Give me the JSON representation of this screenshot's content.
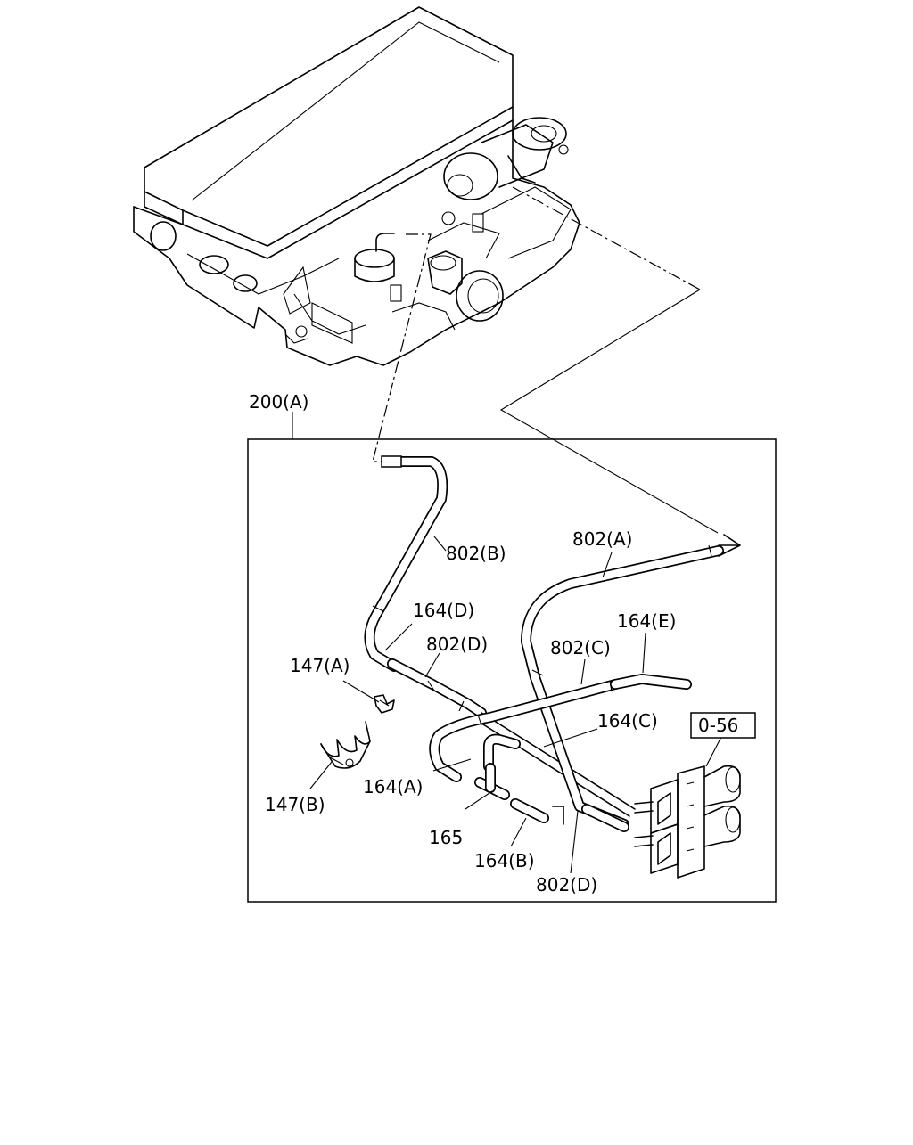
{
  "labels": {
    "assembly": "200(A)",
    "hose_802a": "802(A)",
    "hose_802b": "802(B)",
    "hose_802c": "802(C)",
    "hose_802d_top": "802(D)",
    "hose_802d_bottom": "802(D)",
    "hose_164a": "164(A)",
    "hose_164b": "164(B)",
    "hose_164c": "164(C)",
    "hose_164d": "164(D)",
    "hose_164e": "164(E)",
    "clip_147a": "147(A)",
    "clip_147b": "147(B)",
    "joint_165": "165",
    "ref_box": "0-56"
  }
}
